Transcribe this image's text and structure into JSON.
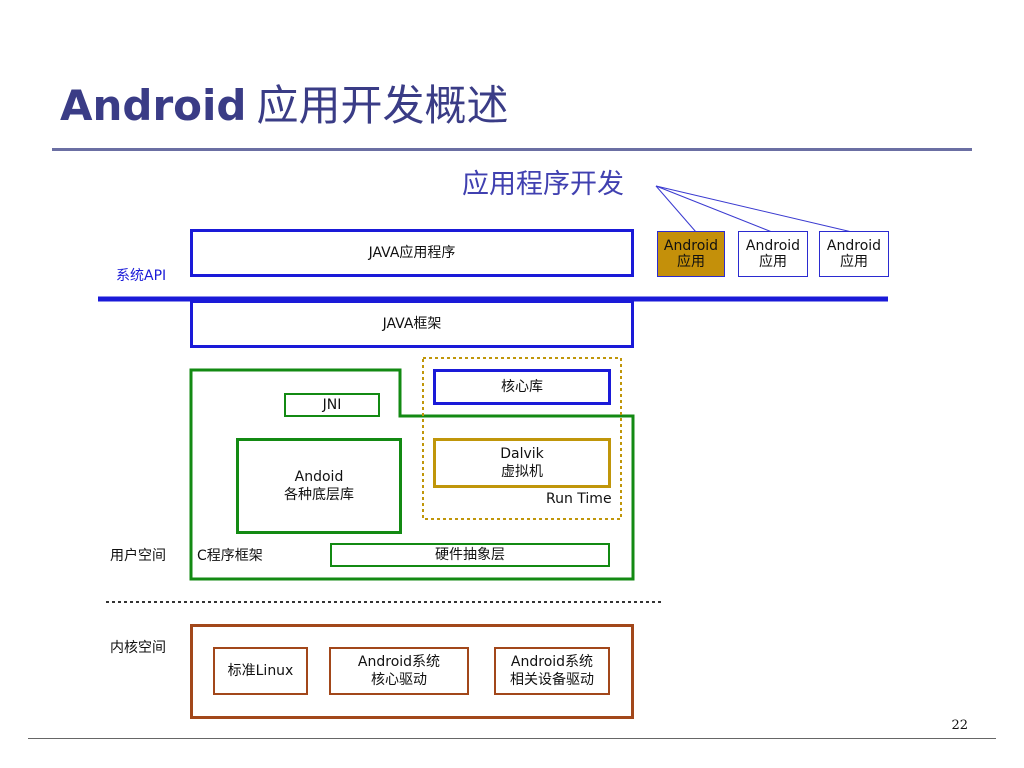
{
  "slide": {
    "title_en": "Android",
    "title_zh": "应用开发概述",
    "page_number": "22"
  },
  "diagram": {
    "app_dev_label": "应用程序开发",
    "apps": [
      {
        "line1": "Android",
        "line2": "应用"
      },
      {
        "line1": "Android",
        "line2": "应用"
      },
      {
        "line1": "Android",
        "line2": "应用"
      }
    ],
    "system_api_label": "系统API",
    "java_apps": "JAVA应用程序",
    "java_framework": "JAVA框架",
    "core_lib": "核心库",
    "jni": "JNI",
    "native_libs": {
      "line1": "Andoid",
      "line2": "各种底层库"
    },
    "dalvik": {
      "line1": "Dalvik",
      "line2": "虚拟机"
    },
    "runtime_label": "Run Time",
    "user_space_label": "用户空间",
    "c_framework_label": "C程序框架",
    "hal": "硬件抽象层",
    "kernel_space_label": "内核空间",
    "kernel_modules": [
      {
        "line1": "标准Linux",
        "line2": ""
      },
      {
        "line1": "Android系统",
        "line2": "核心驱动"
      },
      {
        "line1": "Android系统",
        "line2": "相关设备驱动"
      }
    ]
  },
  "colors": {
    "title": "#3a3c86",
    "api_line": "#1a1ad8",
    "framework_green": "#138a13",
    "runtime_gold": "#c0960a",
    "kernel_brown": "#a2471a",
    "active_app": "#c4900a"
  }
}
